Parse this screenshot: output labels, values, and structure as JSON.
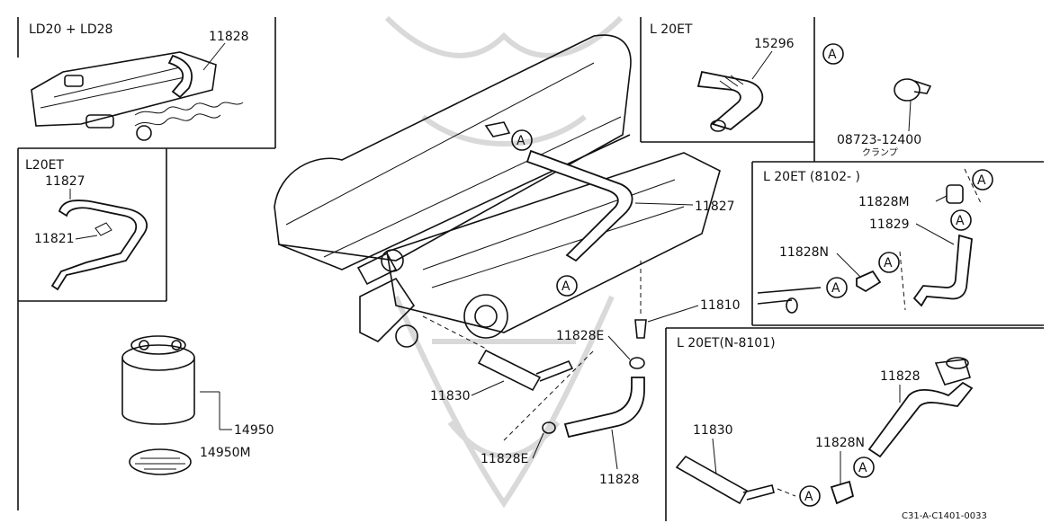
{
  "diagram": {
    "panels": {
      "top_left": {
        "title": "LD20 + LD28",
        "part": "11828"
      },
      "left_middle": {
        "title": "L20ET",
        "parts": [
          "11827",
          "11821"
        ]
      },
      "top_center": {
        "title": "L 20ET",
        "part": "15296"
      },
      "top_right": {
        "marker": "A",
        "part": "08723-12400",
        "note": "クランプ"
      },
      "right_middle": {
        "title": "L 20ET   (8102-     )",
        "parts": [
          "11828M",
          "11829",
          "11828N"
        ]
      },
      "bottom_right": {
        "title": "L 20ET(N-8101)",
        "parts": [
          "11828",
          "11830",
          "11828N"
        ]
      }
    },
    "main_labels": {
      "hose_upper": "11827",
      "valve": "11810",
      "clamp_top": "11828E",
      "pipe": "11830",
      "clamp_bottom": "11828E",
      "hose_lower": "11828",
      "canister": "14950",
      "canister_filter": "14950M"
    },
    "marker_letter": "A",
    "diagram_code": "C31-A-C1401-0033"
  }
}
